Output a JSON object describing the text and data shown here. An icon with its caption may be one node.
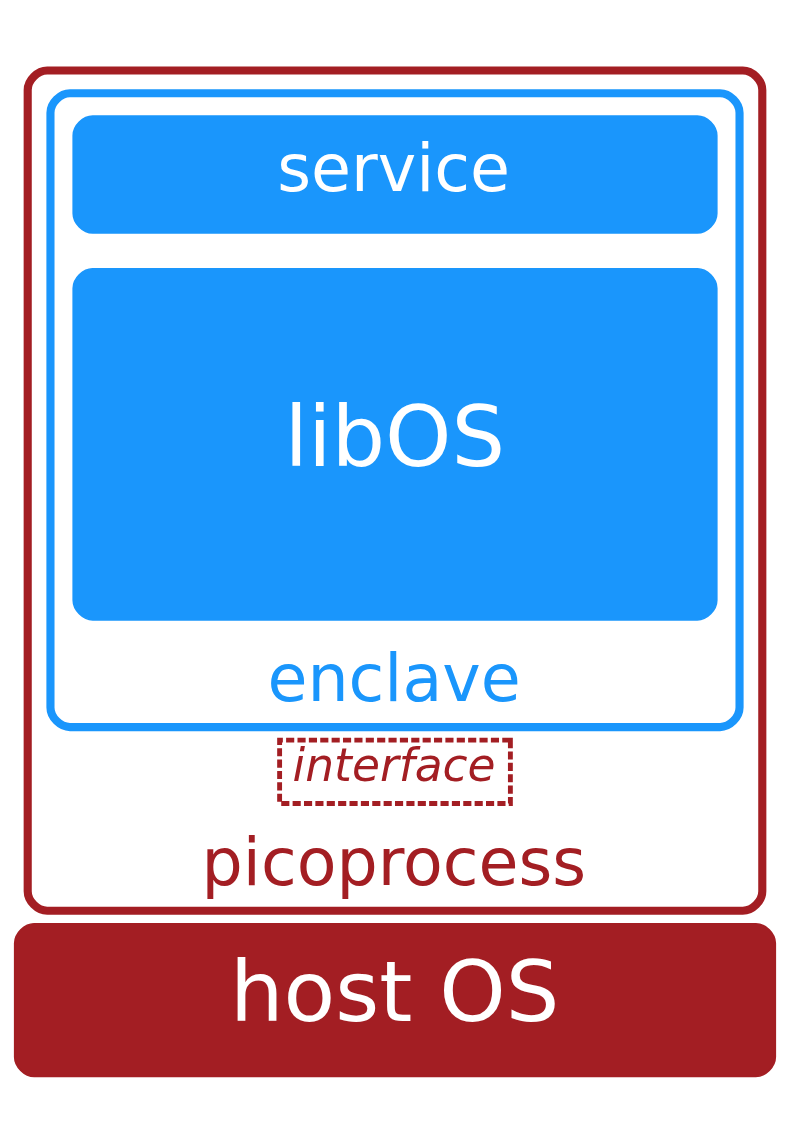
{
  "diagram": {
    "nodes": [
      {
        "text": [
          "picoprocess"
        ]
      },
      {
        "text": [
          "enclave"
        ],
        "in": 0
      },
      {
        "text": [
          "service"
        ],
        "in": 1
      },
      {
        "text": [
          "libOS"
        ],
        "in": 1
      },
      {
        "text": [
          "interface"
        ],
        "in": 0
      },
      {
        "text": [
          "host OS"
        ]
      }
    ]
  }
}
